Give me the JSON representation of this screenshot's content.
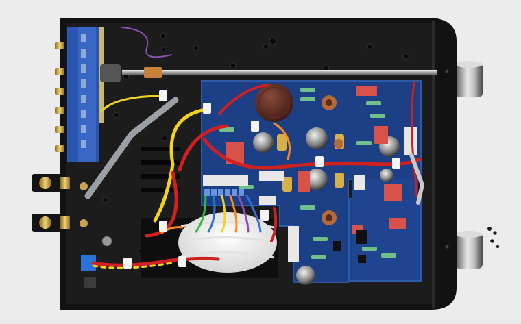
{
  "photo": {
    "background": "#ececec",
    "chassis_color": "#161616",
    "pcb_color": "#1c3f86",
    "terminal_board_color": "#2a55b0",
    "transformer_color": "#f2f2f0",
    "wire_colors": {
      "red": "#d21f1f",
      "yellow": "#f2d21a",
      "orange": "#ff8a1c",
      "green": "#39b54a",
      "blue": "#2b73d8",
      "gray": "#9aa0a6",
      "purple": "#8d4fb0"
    },
    "objects": [
      "amplifier-chassis",
      "rear-terminal-board",
      "rca-jacks",
      "binding-posts",
      "volume-shaft",
      "main-pcb",
      "daughter-pcb",
      "toroidal-transformer",
      "front-knobs",
      "wiring-harness"
    ]
  }
}
